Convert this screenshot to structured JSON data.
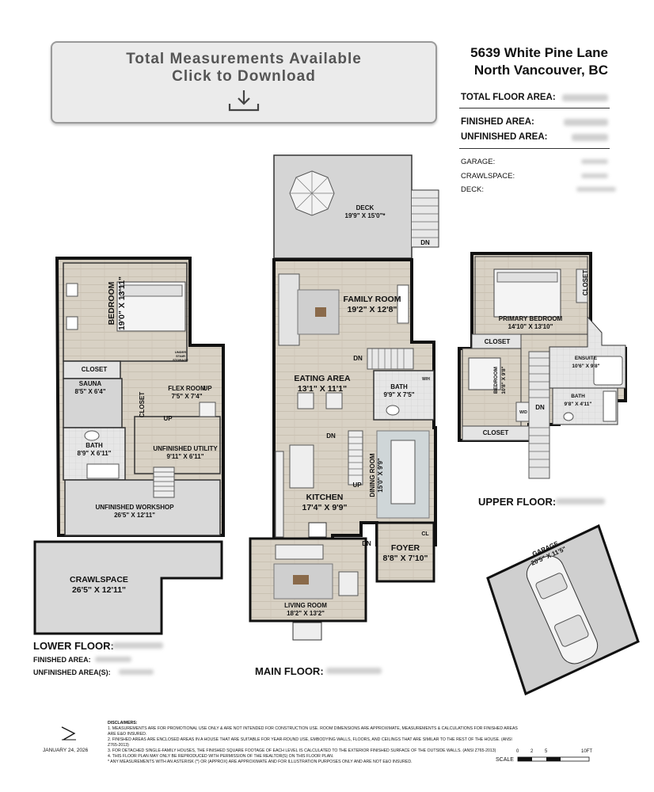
{
  "banner": {
    "line1": "Total Measurements Available",
    "line2": "Click to Download",
    "icon": "download-icon"
  },
  "address": {
    "line1": "5639 White Pine Lane",
    "line2": "North Vancouver, BC"
  },
  "summary": {
    "total_floor_area": "TOTAL FLOOR AREA:",
    "finished_area": "FINISHED AREA:",
    "unfinished_area": "UNFINISHED AREA:",
    "garage": "GARAGE:",
    "crawlspace": "CRAWLSPACE:",
    "deck": "DECK:"
  },
  "lower_floor": {
    "rooms": {
      "bedroom": "BEDROOM\n19'0\" X 13'11\"",
      "closet": "CLOSET",
      "sauna": "SAUNA\n8'5\" X 6'4\"",
      "flex_room": "FLEX ROOM\n7'5\" X 7'4\"",
      "closet2": "CLOSET",
      "bath": "BATH\n8'9\" X 6'11\"",
      "unfinished_utility": "UNFINISHED UTILITY\n9'11\" X 6'11\"",
      "unfinished_workshop": "UNFINISHED WORKSHOP\n26'5\" X 12'11\"",
      "crawlspace": "CRAWLSPACE\n26'5\" X 12'11\"",
      "under_stair_storage": "UNDER\nSTAIR\nSTORAGE",
      "up1": "UP",
      "up2": "UP"
    },
    "label": "LOWER FLOOR:",
    "finished": "FINISHED AREA:",
    "unfinished": "UNFINISHED AREA(S):"
  },
  "main_floor": {
    "rooms": {
      "deck": "DECK\n19'9\" X 15'0\"*",
      "dn_deck": "DN",
      "family_room": "FAMILY ROOM\n19'2\" X 12'8\"",
      "eating_area": "EATING AREA\n13'1\" X 11'1\"",
      "dn_stair": "DN",
      "bath": "BATH\n9'9\" X 7'5\"",
      "wh": "W/H",
      "dn_kitchen": "DN",
      "kitchen": "KITCHEN\n17'4\" X 9'9\"",
      "dining_room": "DINING ROOM\n15'0\" X 9'9\"",
      "up": "UP",
      "cl": "CL",
      "dn_foyer": "DN",
      "foyer": "FOYER\n8'8\" X 7'10\"",
      "living_room": "LIVING ROOM\n18'2\" X 13'2\""
    },
    "label": "MAIN FLOOR:"
  },
  "upper_floor": {
    "rooms": {
      "closet_top": "CLOSET",
      "primary_bedroom": "PRIMARY BEDROOM\n14'10\" X 13'10\"",
      "closet_mid": "CLOSET",
      "ensuite": "ENSUITE\n10'6\" X 9'8\"",
      "bedroom": "BEDROOM\n10'8\" X 9'8\"",
      "wd": "W/D",
      "dn": "DN",
      "bath": "BATH\n9'8\" X 4'11\"",
      "closet_bottom": "CLOSET"
    },
    "label": "UPPER FLOOR:"
  },
  "garage": {
    "label": "GARAGE\n20'5\" X 11'5\""
  },
  "footer": {
    "date": "JANUARY 24, 2026",
    "disclaimers_title": "DISCLAIMERS:",
    "disclaimers": [
      "1. MEASUREMENTS ARE FOR PROMOTIONAL USE ONLY & ARE NOT INTENDED FOR CONSTRUCTION USE. ROOM DIMENSIONS ARE APPROXIMATE, MEASUREMENTS & CALCULATIONS FOR FINISHED AREAS ARE E&O INSURED.",
      "2. FINISHED AREAS ARE ENCLOSED AREAS IN A HOUSE THAT ARE SUITABLE FOR YEAR-ROUND USE, EMBODYING WALLS, FLOORS, AND CEILINGS THAT ARE SIMILAR TO THE REST OF THE HOUSE. (ANSI Z765-2013)",
      "3. FOR DETACHED SINGLE-FAMILY HOUSES, THE FINISHED SQUARE FOOTAGE OF EACH LEVEL IS CALCULATED TO THE EXTERIOR FINISHED SURFACE OF THE OUTSIDE WALLS. (ANSI Z765-2013)",
      "4. THIS FLOOR PLAN MAY ONLY BE REPRODUCED WITH PERMISSION OF THE REALTOR(S) ON THIS FLOOR PLAN.",
      "* ANY MEASUREMENTS WITH AN ASTERISK (*) OR (APPROX) ARE APPROXIMATE AND FOR ILLUSTRATION PURPOSES ONLY AND ARE NOT E&O INSURED."
    ],
    "scale_label": "SCALE",
    "scale_ticks": [
      "0",
      "2",
      "5",
      "10FT"
    ]
  }
}
